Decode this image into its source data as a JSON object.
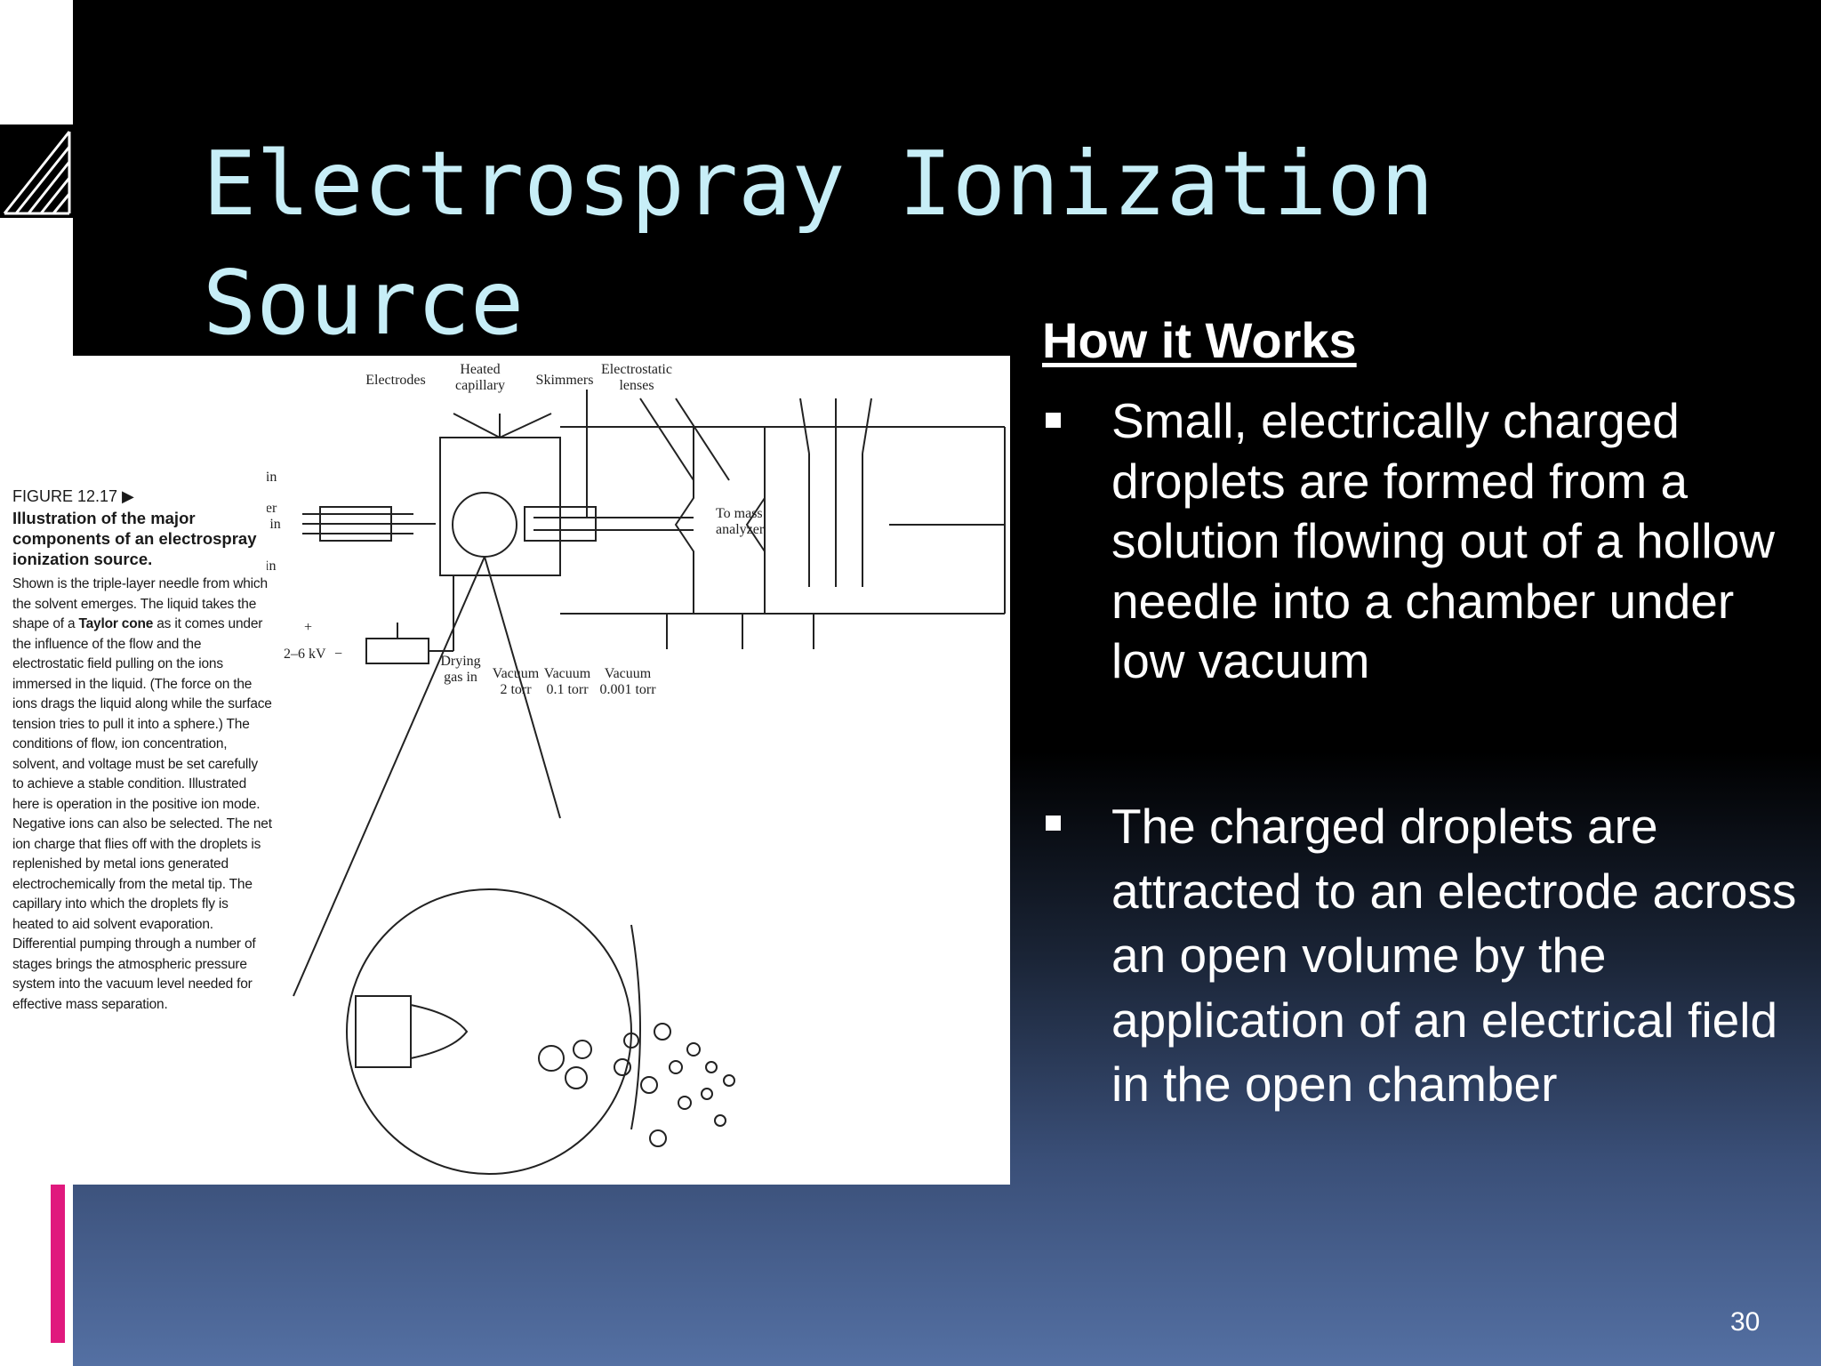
{
  "slide": {
    "title": "Electrospray Ionization\nSource",
    "number": "30",
    "accent_color": "#e0197d",
    "title_color": "#c7eef7"
  },
  "how_it_works": {
    "heading": "How it Works",
    "bullets": [
      "Small, electrically charged droplets are formed from a solution flowing out of a hollow needle into a chamber under low vacuum",
      "The charged droplets are attracted to an electrode across an open volume by the application of an electrical field in the open chamber"
    ]
  },
  "figure": {
    "number": "FIGURE 12.17 ▶",
    "caption_heading": "Illustration of the major components of an electrospray ionization source.",
    "caption_parts": [
      "Shown is the triple-layer needle from which the solvent emerges. The liquid takes the shape of a ",
      "Taylor cone",
      " as it comes under the influence of the flow and the electrostatic field pulling on the ions immersed in the liquid. (The force on the ions drags the liquid along while the surface tension tries to pull it into a sphere.) The conditions of flow, ion concentration, solvent, and voltage must be set carefully to achieve a stable condition. Illustrated here is operation in the positive ion mode. Negative ions can also be selected. The net ion charge that flies off with the droplets is replenished by metal ions generated electrochemically from the metal tip. The capillary into which the droplets fly is heated to aid solvent evaporation. Differential pumping through a number of stages brings the atmospheric pressure system into the vacuum level needed for effective mass separation."
    ],
    "labels": {
      "electrodes": "Electrodes",
      "heated": "Heated",
      "capillary": "capillary",
      "skimmers": "Skimmers",
      "electrostatic": "Electrostatic",
      "lenses": "lenses",
      "gas_in": "Gas in",
      "carrier": "Carrier",
      "liquid_in": "liquid in",
      "sample_in": "Sample in",
      "to_mass": "To mass",
      "analyzer": "analyzer",
      "voltage": "2–6 kV",
      "plus": "+",
      "minus": "−",
      "drying": "Drying",
      "drying_gas_in": "gas in",
      "vacuum": "Vacuum",
      "p1": "2 torr",
      "p2": "0.1 torr",
      "p3": "0.001 torr"
    }
  }
}
